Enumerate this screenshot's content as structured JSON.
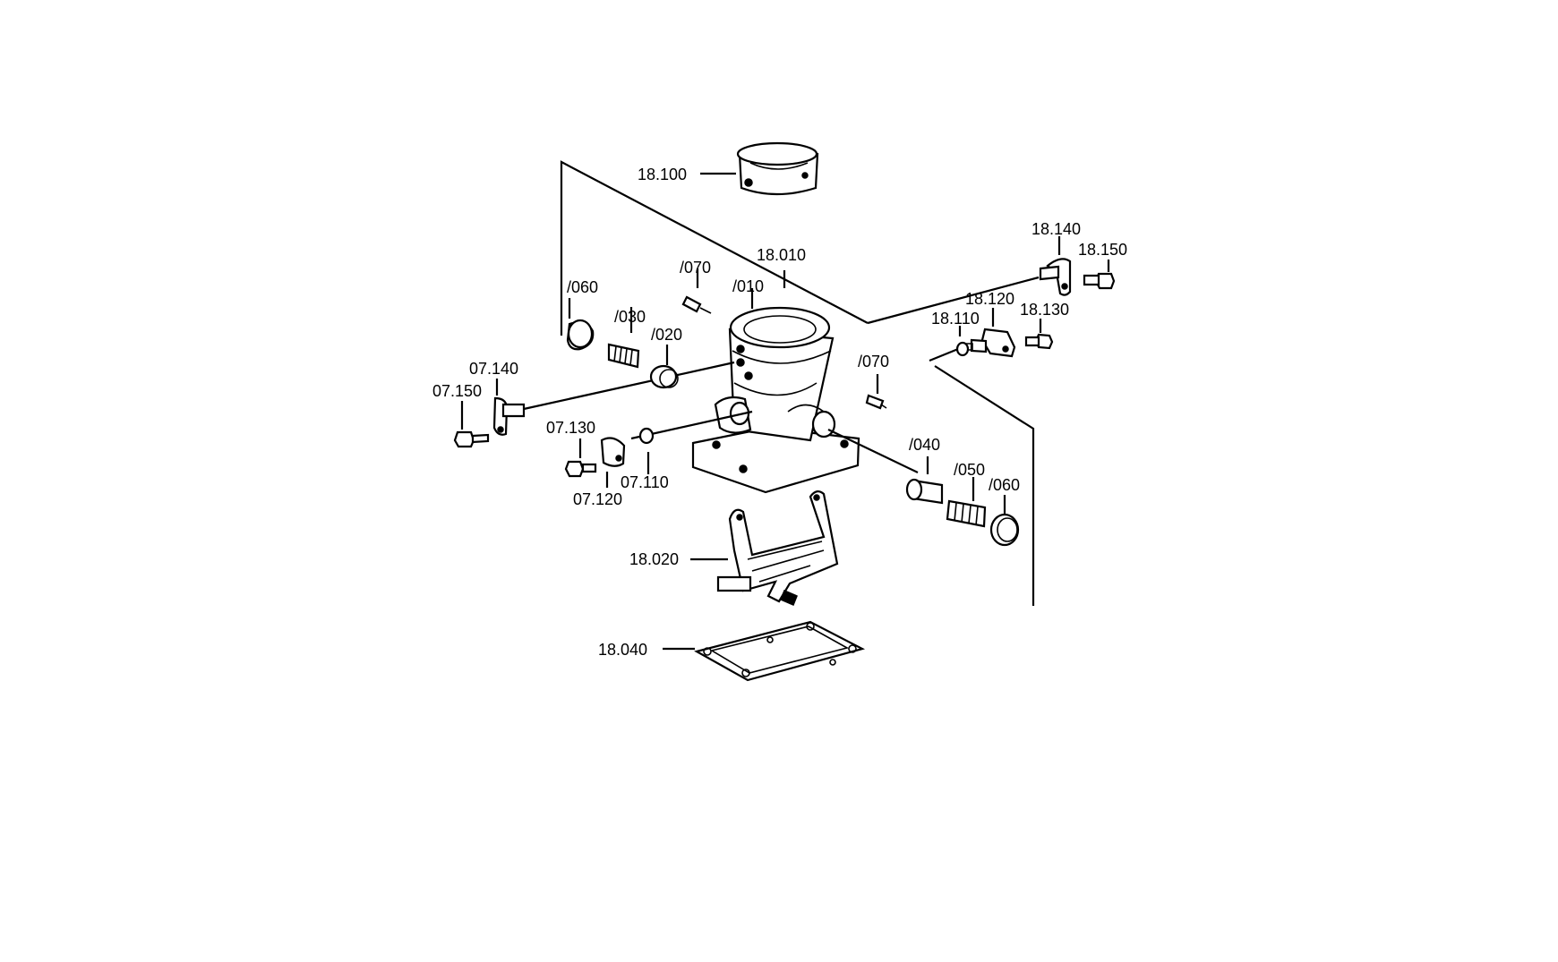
{
  "labels": {
    "l_18_100": "18.100",
    "l_18_010": "18.010",
    "l_070_top": "/070",
    "l_010": "/010",
    "l_060_left": "/060",
    "l_030": "/030",
    "l_020": "/020",
    "l_07_140": "07.140",
    "l_07_150": "07.150",
    "l_07_130": "07.130",
    "l_07_120": "07.120",
    "l_07_110": "07.110",
    "l_070_right": "/070",
    "l_040": "/040",
    "l_050": "/050",
    "l_060_right": "/060",
    "l_18_140": "18.140",
    "l_18_150": "18.150",
    "l_18_120": "18.120",
    "l_18_110": "18.110",
    "l_18_130": "18.130",
    "l_18_020": "18.020",
    "l_18_040": "18.040"
  }
}
